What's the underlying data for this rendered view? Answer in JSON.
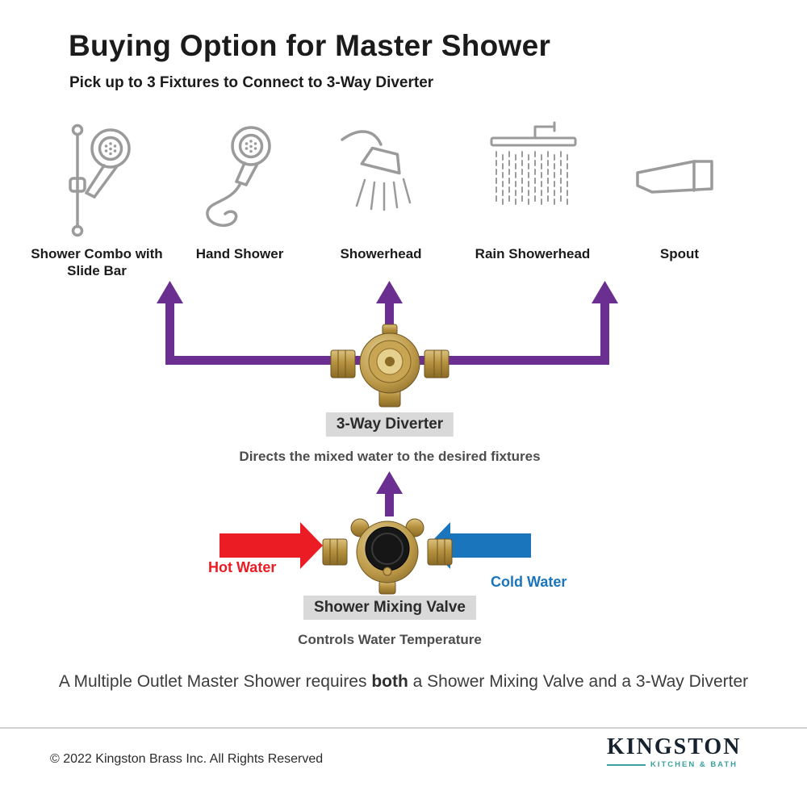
{
  "header": {
    "title": "Buying Option for Master Shower",
    "subtitle": "Pick up to 3 Fixtures to Connect to 3-Way Diverter"
  },
  "fixtures": [
    {
      "label": "Shower Combo with Slide Bar",
      "icon": "shower-combo-slide-bar-icon"
    },
    {
      "label": "Hand Shower",
      "icon": "hand-shower-icon"
    },
    {
      "label": "Showerhead",
      "icon": "showerhead-icon"
    },
    {
      "label": "Rain Showerhead",
      "icon": "rain-showerhead-icon"
    },
    {
      "label": "Spout",
      "icon": "spout-icon"
    }
  ],
  "diverter": {
    "label": "3-Way Diverter",
    "caption": "Directs the mixed water to the desired fixtures"
  },
  "mixing_valve": {
    "label": "Shower Mixing Valve",
    "caption": "Controls Water Temperature",
    "hot_water_label": "Hot Water",
    "cold_water_label": "Cold Water"
  },
  "note": {
    "prefix": "A Multiple Outlet Master Shower requires ",
    "bold": "both",
    "suffix": " a Shower Mixing Valve and a 3-Way Diverter"
  },
  "footer": {
    "copyright": "© 2022 Kingston Brass Inc.  All Rights Reserved",
    "brand": "KINGSTON",
    "brand_tagline": "KITCHEN & BATH"
  },
  "colors": {
    "arrow_purple": "#6b2f91",
    "hot_red": "#ec1c24",
    "cold_blue": "#1b75bc",
    "icon_gray": "#9b9b9b",
    "label_background": "#d9d9d9",
    "brand_teal": "#3aa0a0"
  }
}
